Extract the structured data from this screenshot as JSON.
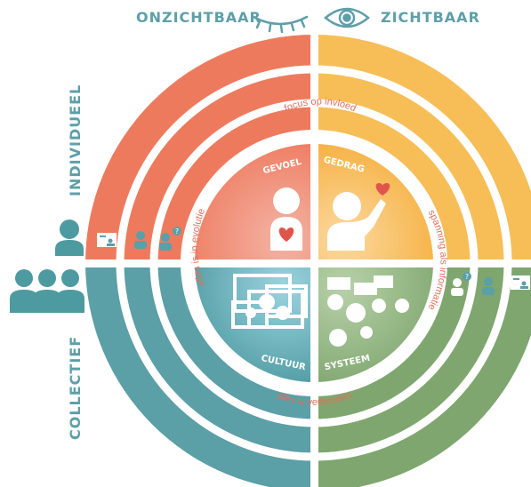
{
  "header": {
    "left_label": "ONZICHTBAAR",
    "right_label": "ZICHTBAAR",
    "closed_eye_icon": "closed-eye-icon",
    "open_eye_icon": "open-eye-icon"
  },
  "axes": {
    "top_label": "INDIVIDUEEL",
    "bottom_label": "COLLECTIEF"
  },
  "quadrants": {
    "top_left": {
      "label": "GEVOEL",
      "color": "#EE7A5E"
    },
    "top_right": {
      "label": "GEDRAG",
      "color": "#F7BE57"
    },
    "bottom_left": {
      "label": "CULTUUR",
      "color": "#5B9FA7"
    },
    "bottom_right": {
      "label": "SYSTEEM",
      "color": "#7FA66F"
    }
  },
  "ring_texts": {
    "top": "focus op invloed",
    "right": "spanning als informatie",
    "bottom": "alles is verbonden",
    "left": "alles is in evolutie"
  },
  "colors": {
    "accent_teal": "#4E9AA1",
    "ring_text": "#E0705A",
    "heart": "#E0554A",
    "header_text": "#5E9FA8"
  }
}
